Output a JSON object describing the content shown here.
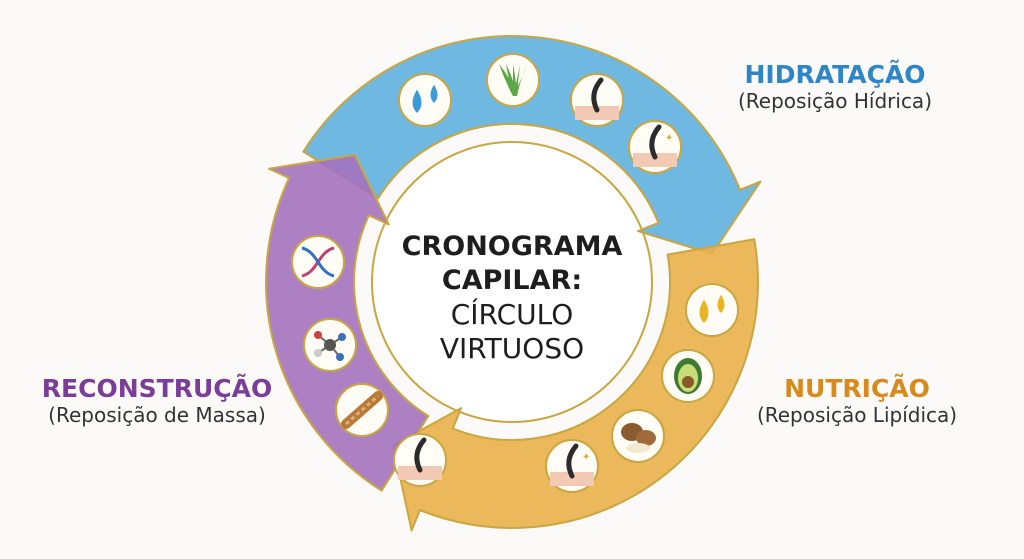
{
  "center": {
    "line1": "CRONOGRAMA",
    "line2": "CAPILAR:",
    "line3": "CÍRCULO",
    "line4": "VIRTUOSO"
  },
  "stages": [
    {
      "title": "HIDRATAÇÃO",
      "subtitle": "(Reposição Hídrica)",
      "color": "#2e86c8",
      "band": "#5fb0de",
      "icons": [
        "water-drops-icon",
        "aloe-vera-icon",
        "hair-strand-icon",
        "shiny-hair-icon"
      ]
    },
    {
      "title": "NUTRIÇÃO",
      "subtitle": "(Reposição Lipídica)",
      "color": "#d98a1c",
      "band": "#eab04a",
      "icons": [
        "oil-drops-icon",
        "avocado-icon",
        "shea-nuts-icon",
        "shiny-hair-icon"
      ]
    },
    {
      "title": "RECONSTRUÇÃO",
      "subtitle": "(Reposição de Massa)",
      "color": "#7a3d98",
      "band": "#a472be",
      "icons": [
        "dna-icon",
        "molecule-icon",
        "keratin-strand-icon",
        "hair-strand-icon"
      ]
    }
  ],
  "colors": {
    "gold": "#c9a640"
  }
}
